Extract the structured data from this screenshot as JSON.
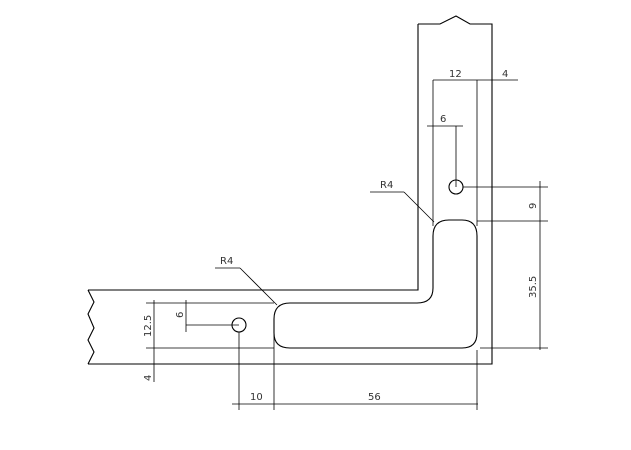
{
  "drawing": {
    "dimensions": {
      "top_width": "12",
      "top_gap": "4",
      "top_hole_dia": "6",
      "radius_upper": "R4",
      "right_offset": "9",
      "right_height": "35.5",
      "radius_lower": "R4",
      "left_hole_dia": "6",
      "left_height": "12.5",
      "left_gap": "4",
      "bottom_offset": "10",
      "bottom_length": "56"
    },
    "colors": {
      "line": "#000000",
      "text": "#333333",
      "background": "#ffffff"
    }
  }
}
